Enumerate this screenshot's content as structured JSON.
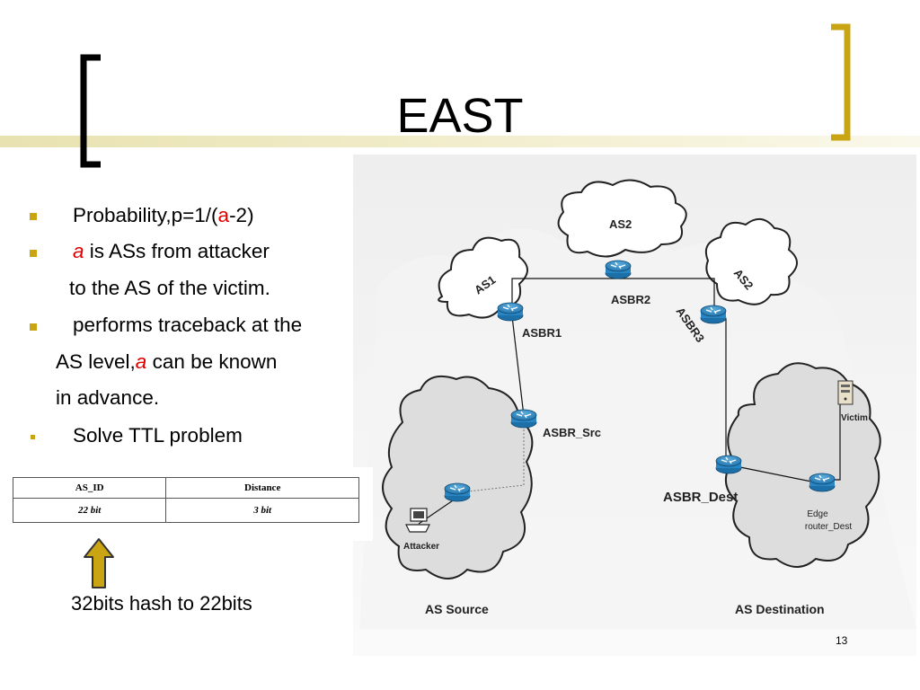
{
  "slide": {
    "title": "EAST",
    "page_number": "13",
    "accent_color": "#c9a514",
    "emphasis_color": "#e00000"
  },
  "bullets": {
    "b1_text": "Probability,p=1/(",
    "b1_var": "a",
    "b1_tail": "-2)",
    "b2_var": "a",
    "b2_text": " is ASs from attacker",
    "b2_line2": "to the AS of the victim.",
    "b3_text": "performs traceback at the",
    "b3_line2_pre": "AS level,",
    "b3_line2_var": "a",
    "b3_line2_post": " can be known",
    "b3_line3": "in advance.",
    "b4_text": "Solve TTL problem"
  },
  "table": {
    "headers": [
      "AS_ID",
      "Distance"
    ],
    "values": [
      "22 bit",
      "3 bit"
    ]
  },
  "hash_caption": "32bits hash to 22bits",
  "diagram": {
    "clouds": {
      "as2_top": "AS2",
      "as1": "AS1",
      "as2_right": "AS2"
    },
    "routers": {
      "asbr1": "ASBR1",
      "asbr2": "ASBR2",
      "asbr3": "ASBR3",
      "asbr_src": "ASBR_Src",
      "asbr_dest": "ASBR_Dest",
      "edge_line1": "Edge",
      "edge_line2": "router_Dest"
    },
    "hosts": {
      "victim": "Victim",
      "attacker": "Attacker"
    },
    "regions": {
      "source": "AS Source",
      "destination": "AS Destination"
    }
  }
}
